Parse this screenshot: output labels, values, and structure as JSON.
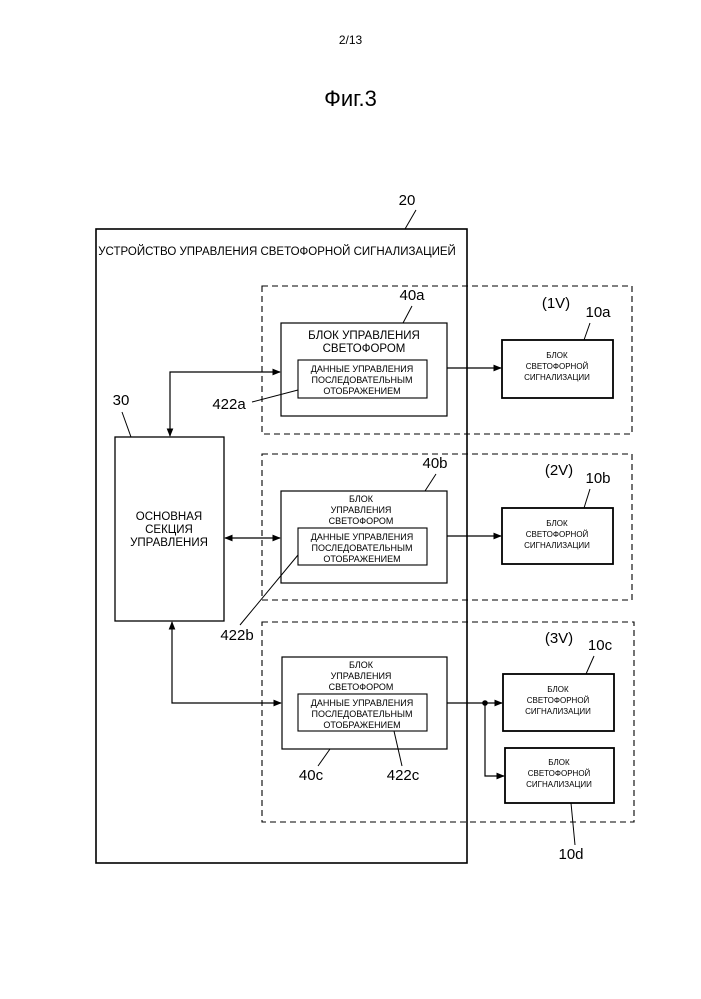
{
  "page_number": "2/13",
  "figure_title": "Фиг.3",
  "device": {
    "ref": "20",
    "title": "УСТРОЙСТВО УПРАВЛЕНИЯ СВЕТОФОРНОЙ СИГНАЛИЗАЦИЕЙ"
  },
  "main_control": {
    "ref": "30",
    "lines": [
      "ОСНОВНАЯ",
      "СЕКЦИЯ",
      "УПРАВЛЕНИЯ"
    ]
  },
  "groups": [
    {
      "group_label": "(1V)",
      "block_ref": "40a",
      "block_lines": [
        "БЛОК УПРАВЛЕНИЯ",
        "СВЕТОФОРОМ"
      ],
      "data_ref": "422a",
      "data_lines": [
        "ДАННЫЕ УПРАВЛЕНИЯ",
        "ПОСЛЕДОВАТЕЛЬНЫМ",
        "ОТОБРАЖЕНИЕМ"
      ],
      "signals": [
        {
          "ref": "10a",
          "lines": [
            "БЛОК",
            "СВЕТОФОРНОЙ",
            "СИГНАЛИЗАЦИИ"
          ]
        }
      ]
    },
    {
      "group_label": "(2V)",
      "block_ref": "40b",
      "block_lines": [
        "БЛОК",
        "УПРАВЛЕНИЯ",
        "СВЕТОФОРОМ"
      ],
      "data_ref": "422b",
      "data_lines": [
        "ДАННЫЕ УПРАВЛЕНИЯ",
        "ПОСЛЕДОВАТЕЛЬНЫМ",
        "ОТОБРАЖЕНИЕМ"
      ],
      "signals": [
        {
          "ref": "10b",
          "lines": [
            "БЛОК",
            "СВЕТОФОРНОЙ",
            "СИГНАЛИЗАЦИИ"
          ]
        }
      ]
    },
    {
      "group_label": "(3V)",
      "block_ref": "40c",
      "block_lines": [
        "БЛОК",
        "УПРАВЛЕНИЯ",
        "СВЕТОФОРОМ"
      ],
      "data_ref": "422c",
      "data_lines": [
        "ДАННЫЕ УПРАВЛЕНИЯ",
        "ПОСЛЕДОВАТЕЛЬНЫМ",
        "ОТОБРАЖЕНИЕМ"
      ],
      "signals": [
        {
          "ref": "10c",
          "lines": [
            "БЛОК",
            "СВЕТОФОРНОЙ",
            "СИГНАЛИЗАЦИИ"
          ]
        },
        {
          "ref": "10d",
          "lines": [
            "БЛОК",
            "СВЕТОФОРНОЙ",
            "СИГНАЛИЗАЦИИ"
          ]
        }
      ]
    }
  ]
}
